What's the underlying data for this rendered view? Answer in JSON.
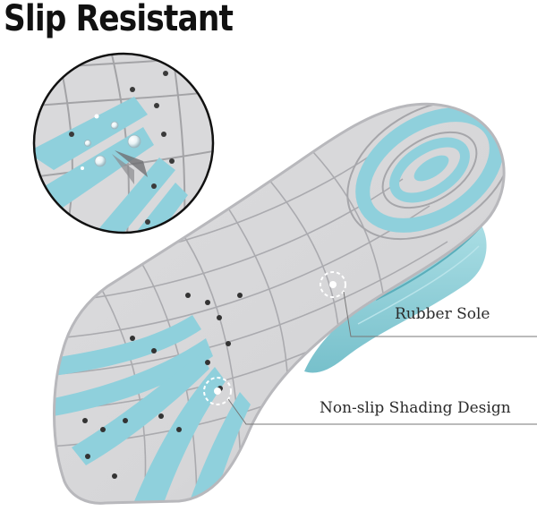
{
  "headline": "Slip Resistant",
  "callouts": {
    "rubber_sole": "Rubber Sole",
    "shading_design": "Non-slip Shading Design"
  },
  "colors": {
    "sole_gray": "#d7d7d9",
    "tread_blue": "#8fd0dc",
    "groove_line": "#a3a3a6",
    "upper_teal": "#7fc9d4"
  },
  "icons": {
    "magnifier": "zoom-circle",
    "water_droplet": "droplet"
  }
}
